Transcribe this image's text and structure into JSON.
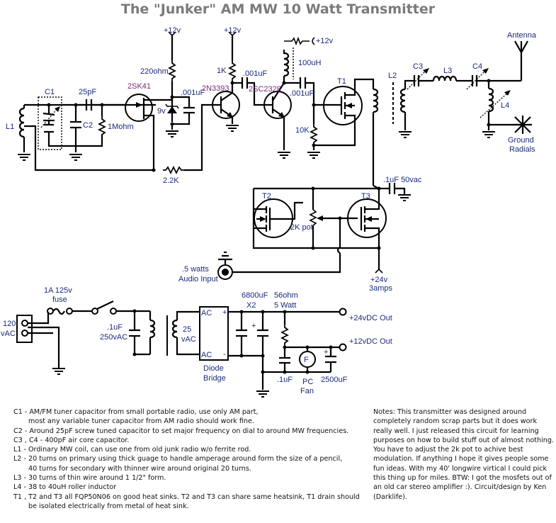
{
  "title": "The \"Junker\" AM MW 10 Watt Transmitter",
  "components": {
    "C1": "C1",
    "C2": "C2",
    "C3": "C3",
    "C4": "C4",
    "L1": "L1",
    "L2": "L2",
    "L3": "L3",
    "L4": "L4",
    "T1": "T1",
    "T2": "T2",
    "T3": "T3",
    "q_2sk41": "2SK41",
    "q_2n3393": "2N3393",
    "q_2sc2328": "2SC2328",
    "c_25pf": "25pF",
    "r_1mohm": "1Mohm",
    "r_220": "220ohm",
    "zener": "9v",
    "c_001_a": ".001uF",
    "c_001_b": ".001uF",
    "c_001_c": ".001uF",
    "r_1k": "1K",
    "r_10k": "10K",
    "r_2_2k": "2.2K",
    "l_100uh": "100uH",
    "v12_a": "+12v",
    "v12_b": "+12v",
    "v12_c": "+12v",
    "c_01_50vac": ".1uF 50vac",
    "pot_2k": "2K pot",
    "audio_line1": ".5 watts",
    "audio_line2": "Audio Input",
    "v24_line1": "+24v",
    "v24_line2": "3amps",
    "antenna": "Antenna",
    "ground_line1": "Ground",
    "ground_line2": "Radials"
  },
  "power_supply": {
    "mains_line1": "120",
    "mains_line2": "vAC",
    "fuse_line1": "1A 125v",
    "fuse_line2": "fuse",
    "cap_line1": ".1uF",
    "cap_line2": "250vAC",
    "xfmr_line1": "25",
    "xfmr_line2": "vAC",
    "bridge_ac1": "AC",
    "bridge_ac2": "AC",
    "bridge_plus": "+",
    "bridge_minus": "-",
    "bridge_line1": "Diode",
    "bridge_line2": "Bridge",
    "filter_line1": "6800uF",
    "filter_line2": "X2",
    "res_line1": "56ohm",
    "res_line2": "5 Watt",
    "plus_sign": "+",
    "plus_sign2": "+",
    "out24": "+24vDC Out",
    "out12": "+12vDC Out",
    "c01": ".1uF",
    "fan_symbol": "F",
    "fan_line1": "PC",
    "fan_line2": "Fan",
    "c2500": "2500uF"
  },
  "parts_list": [
    {
      "text": "C1 - AM/FM tuner capacitor from small portable radio, use only AM part,",
      "indent": false
    },
    {
      "text": "most any variable tuner capacitor from AM radio should work fine.",
      "indent": true
    },
    {
      "text": "C2 - Around 25pF screw tuned capacitor to set major frequency on dial to around MW frequencies.",
      "indent": false
    },
    {
      "text": "C3 , C4 - 400pF air core capacitor.",
      "indent": false
    },
    {
      "text": "L1 - Ordinary MW coil, can use one from old junk radio w/o ferrite rod.",
      "indent": false
    },
    {
      "text": "L2 - 20 turns on primary using thick guage to handle amperage around form the size of a pencil,",
      "indent": false
    },
    {
      "text": "40 turns for secondary with thinner wire around original 20 turns.",
      "indent": true
    },
    {
      "text": "L3 - 30 turns of thin wire around 1 1/2\" form.",
      "indent": false
    },
    {
      "text": "L4 - 38 to 40uH roller inductor",
      "indent": false
    },
    {
      "text": "T1 , T2 and T3 all FQP50N06 on good heat sinks. T2 and T3 can share same heatsink, T1 drain should",
      "indent": false
    },
    {
      "text": "be isolated electrically from metal of heat sink.",
      "indent": true
    }
  ],
  "notes": [
    "Notes: This transmitter was designed around completely random scrap parts but it does work really well. I just released this circuit for learning purposes on how to build stuff out of almost nothing.",
    "You have to adjust the 2k pot to achive best modulation. If anything I hope it gives people some fun ideas. With my 40' longwire virtical I could pick this thing up for miles. BTW: I got the mosfets out of an old car stereo amplifier :). Circuit/design by Ken (Darklife)."
  ]
}
